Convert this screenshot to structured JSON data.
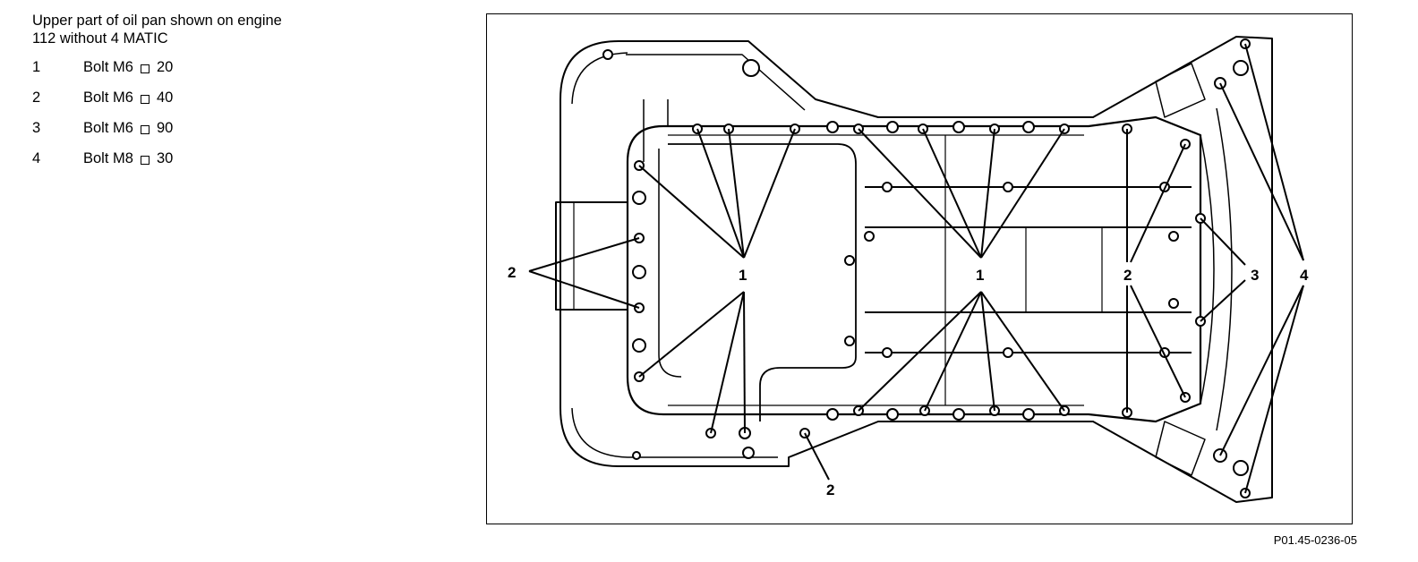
{
  "caption": {
    "title_line1": "Upper part of oil pan shown on engine",
    "title_line2": "112 without 4 MATIC"
  },
  "legend": [
    {
      "number": "1",
      "text": "Bolt M6",
      "length": "20"
    },
    {
      "number": "2",
      "text": "Bolt M6",
      "length": "40"
    },
    {
      "number": "3",
      "text": "Bolt M6",
      "length": "90"
    },
    {
      "number": "4",
      "text": "Bolt M8",
      "length": "30"
    }
  ],
  "figure": {
    "callouts": {
      "c1a": "1",
      "c1b": "1",
      "c2left": "2",
      "c2bottom": "2",
      "c2right": "2",
      "c3": "3",
      "c4": "4"
    },
    "figure_id": "P01.45-0236-05"
  }
}
